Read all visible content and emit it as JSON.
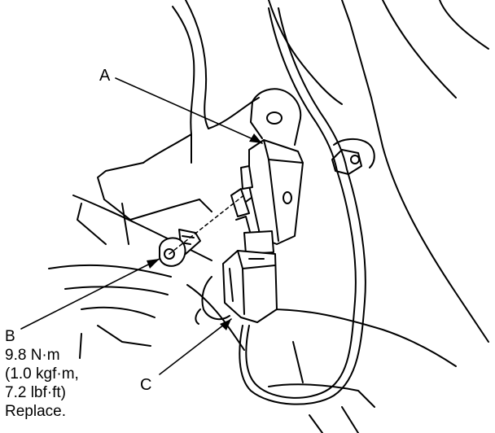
{
  "callouts": {
    "a": {
      "letter": "A"
    },
    "b": {
      "letter": "B",
      "torque_nm": "9.8 N·m",
      "torque_kgf": "(1.0 kgf·m,",
      "torque_lbf": "7.2 lbf·ft)",
      "note": "Replace."
    },
    "c": {
      "letter": "C"
    }
  },
  "colors": {
    "line": "#000000",
    "background": "#ffffff"
  }
}
